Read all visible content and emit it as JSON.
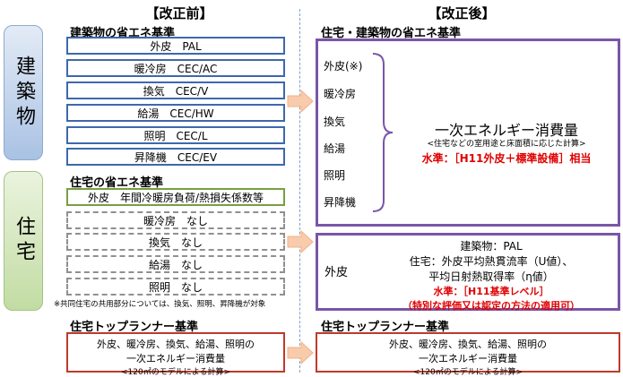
{
  "headers": {
    "before": "【改正前】",
    "after": "【改正後】"
  },
  "side_labels": {
    "building": "建築物",
    "housing": "住宅"
  },
  "before": {
    "building_title": "建築物の省エネ基準",
    "building_items": [
      "外皮　PAL",
      "暖冷房　CEC/AC",
      "換気　CEC/V",
      "給湯　CEC/HW",
      "照明　CEC/L",
      "昇降機　CEC/EV"
    ],
    "housing_title": "住宅の省エネ基準",
    "housing_envelope": "外皮　年間冷暖房負荷/熱損失係数等",
    "housing_items": [
      "暖冷房　なし",
      "換気　なし",
      "給湯　なし",
      "照明　なし"
    ],
    "housing_note": "※共同住宅の共用部分については、換気、照明、昇降機が対象",
    "toprunner_title": "住宅トップランナー基準",
    "toprunner_lines": [
      "外皮、暖冷房、換気、給湯、照明の",
      "一次エネルギー消費量",
      "<120㎡のモデルによる計算>"
    ]
  },
  "after": {
    "main_title": "住宅・建築物の省エネ基準",
    "items": [
      "外皮(※)",
      "暖冷房",
      "換気",
      "給湯",
      "照明",
      "昇降機"
    ],
    "energy_title": "一次エネルギー消費量",
    "energy_sub": "<住宅などの室用途と床面積に応じた計算>",
    "energy_level": "水準：［H11外皮＋標準設備］相当",
    "envelope_label": "外皮",
    "envelope_lines": [
      "建築物：PAL",
      "住宅：外皮平均熱貫流率（U値）、",
      "平均日射熱取得率（η値）"
    ],
    "envelope_level": "水準：［H11基準レベル］",
    "envelope_note": "（特別な評価又は認定の方法の適用可）",
    "toprunner_title": "住宅トップランナー基準",
    "toprunner_lines": [
      "外皮、暖冷房、換気、給湯、照明の",
      "一次エネルギー消費量",
      "<120㎡のモデルによる計算>"
    ]
  },
  "colors": {
    "blue": "#3e68ad",
    "green": "#76a040",
    "red": "#c0392b",
    "purple": "#7a55a8",
    "orange_arrow": "#f4b183",
    "highlight_red": "#e00000"
  }
}
